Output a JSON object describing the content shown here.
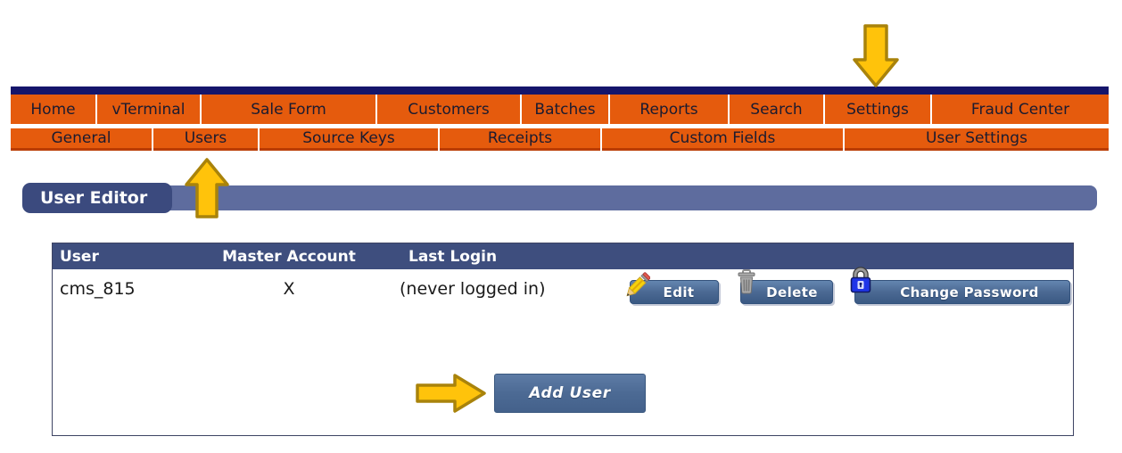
{
  "nav": {
    "primary": [
      "Home",
      "vTerminal",
      "Sale Form",
      "Customers",
      "Batches",
      "Reports",
      "Search",
      "Settings",
      "Fraud Center"
    ],
    "secondary": [
      "General",
      "Users",
      "Source Keys",
      "Receipts",
      "Custom Fields",
      "User Settings"
    ]
  },
  "page_title": "User Editor",
  "user_table": {
    "headers": [
      "User",
      "Master Account",
      "Last Login"
    ],
    "rows": [
      {
        "user": "cms_815",
        "master_account": "X",
        "last_login": "(never logged in)"
      }
    ],
    "row_actions": {
      "edit": "Edit",
      "delete": "Delete",
      "change_password": "Change Password"
    },
    "add_user_label": "Add User"
  },
  "annotations": {
    "arrows": [
      {
        "direction": "down",
        "target": "Settings"
      },
      {
        "direction": "up",
        "target": "Users"
      },
      {
        "direction": "right",
        "target": "Add User"
      }
    ]
  },
  "colors": {
    "nav_orange": "#E55B0D",
    "nav_red_border": "#B93C02",
    "navy_strip": "#15156B",
    "section_bar_dark": "#3B4A7E",
    "section_bar_light": "#5E6C9E",
    "table_header_blue": "#3E4E7E",
    "button_blue": "#4C6A94",
    "arrow_gold": "#FFC30B",
    "arrow_outline": "#A9830B"
  }
}
